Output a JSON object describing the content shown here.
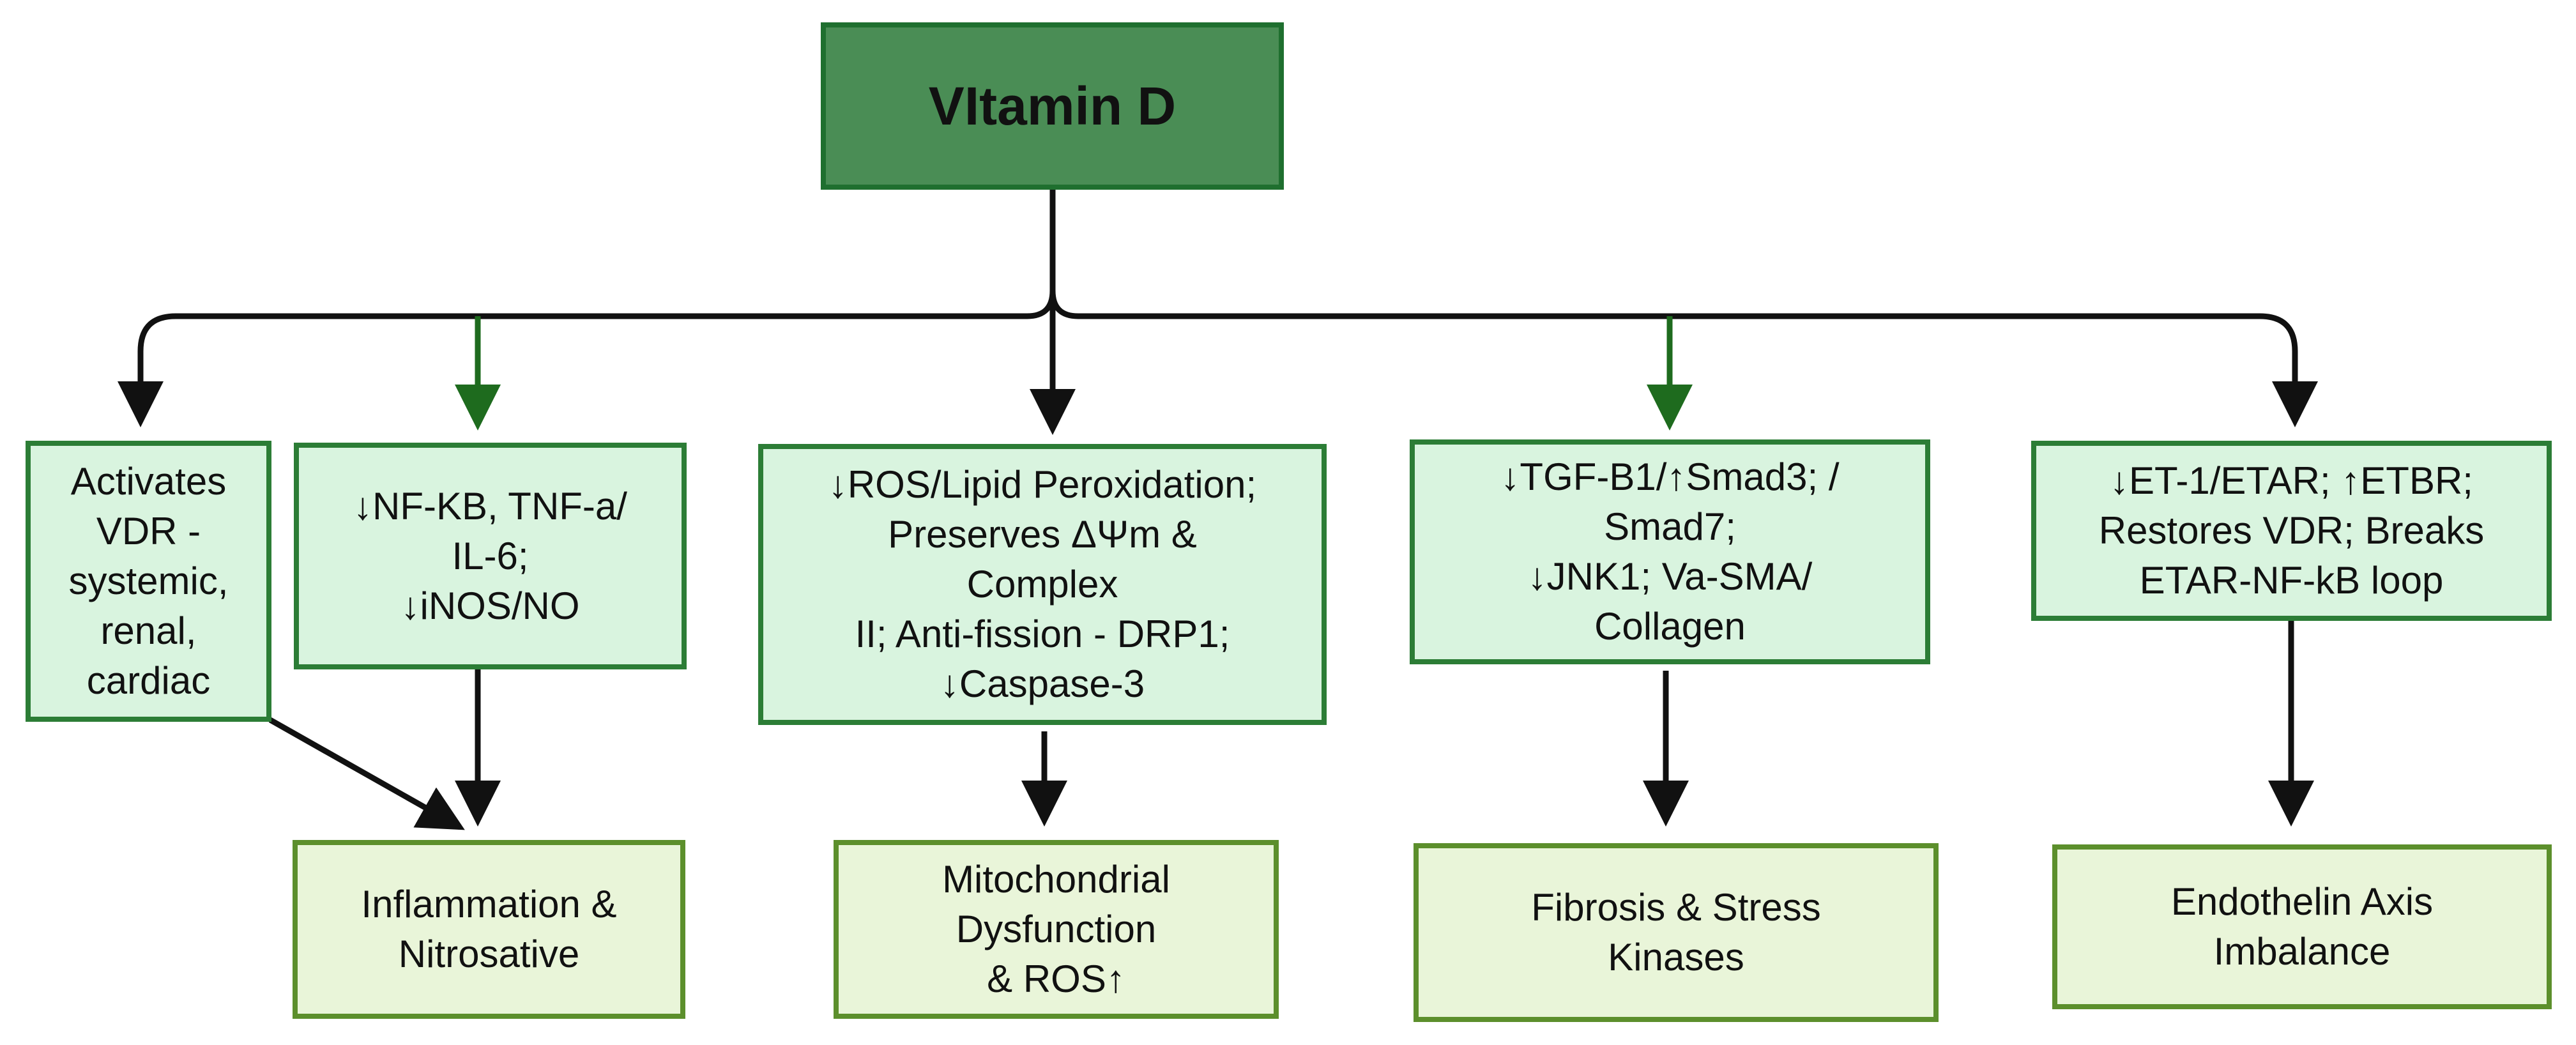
{
  "root": {
    "label": "VItamin D"
  },
  "mechanisms": [
    {
      "label": "Activates\nVDR -\nsystemic,\nrenal,\ncardiac"
    },
    {
      "label": "↓NF-KB, TNF-a/\nIL-6;\n↓iNOS/NO"
    },
    {
      "label": "↓ROS/Lipid Peroxidation;\nPreserves ΔΨm &\nComplex\nII; Anti-fission - DRP1;\n↓Caspase-3"
    },
    {
      "label": "↓TGF-B1/↑Smad3; /\nSmad7;\n↓JNK1; Va-SMA/\nCollagen"
    },
    {
      "label": "↓ET-1/ETAR; ↑ETBR;\nRestores VDR; Breaks\nETAR-NF-kB loop"
    }
  ],
  "outcomes": [
    {
      "label": "Inflammation &\nNitrosative"
    },
    {
      "label": "Mitochondrial\nDysfunction\n& ROS↑"
    },
    {
      "label": "Fibrosis & Stress\nKinases"
    },
    {
      "label": "Endothelin Axis\nImbalance"
    }
  ],
  "colors": {
    "root_fill": "#4a8d55",
    "root_border": "#1f6f2f",
    "mechanism_fill": "#d9f4df",
    "mechanism_border": "#2c7d36",
    "outcome_fill": "#e9f5d9",
    "outcome_border": "#5c8f2c",
    "arrow_black": "#111111",
    "arrow_green": "#1e6b1e"
  }
}
